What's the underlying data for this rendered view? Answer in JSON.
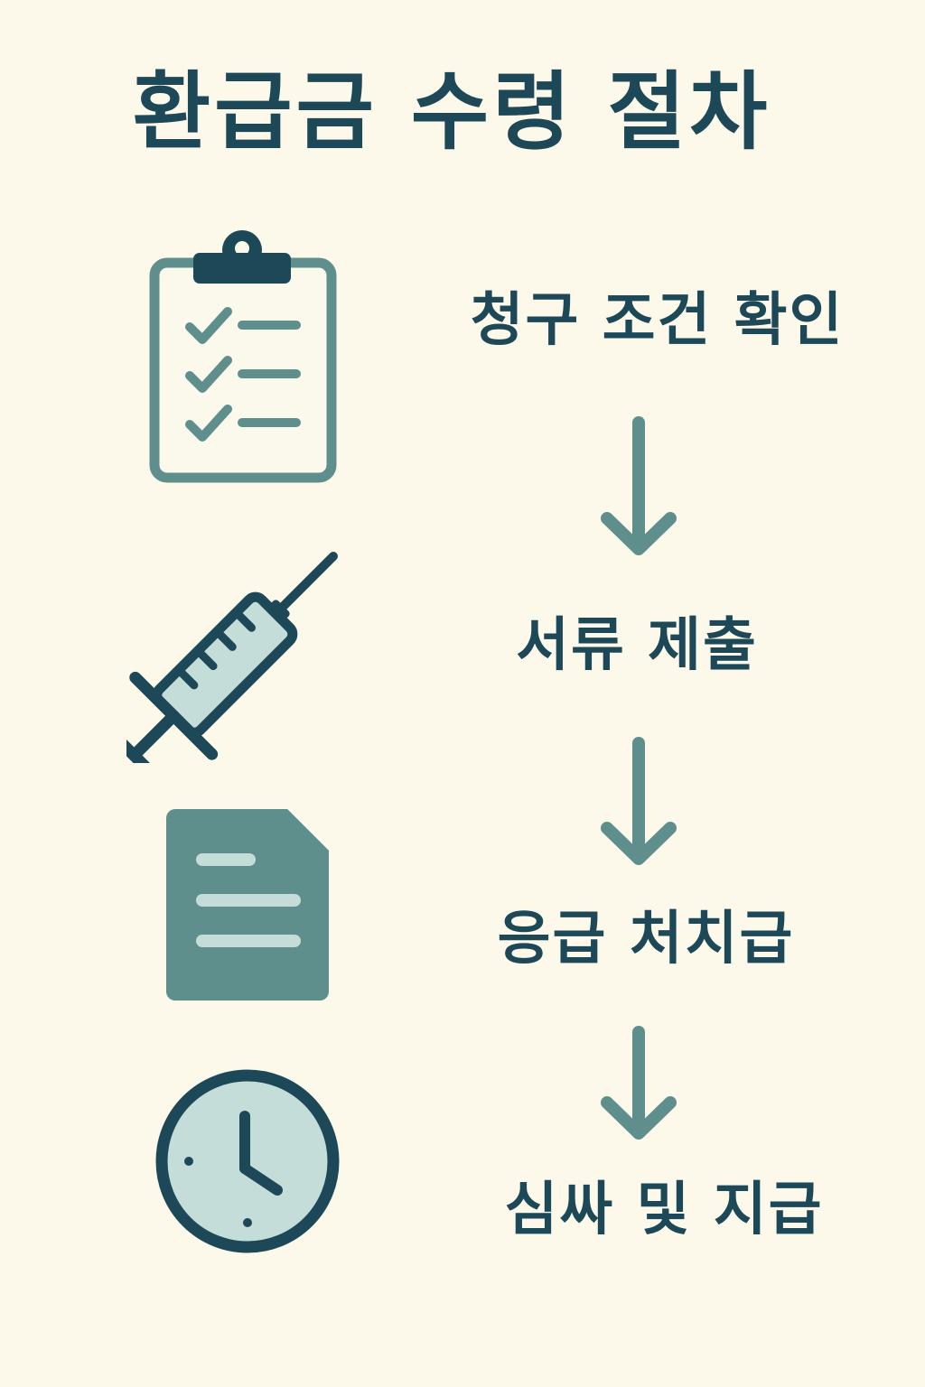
{
  "title": "환급금 수령 절차",
  "colors": {
    "background": "#fdf9ea",
    "dark": "#1c4857",
    "mid": "#5e8f8c",
    "light": "#c4ddd9",
    "paper": "#fbf8ec"
  },
  "steps": [
    {
      "label": "청구 조건 확인",
      "icon": "clipboard-checklist-icon"
    },
    {
      "label": "서류 제출",
      "icon": "syringe-icon"
    },
    {
      "label": "응급 처치급",
      "icon": "document-icon"
    },
    {
      "label": "심싸 및 지급",
      "icon": "clock-icon"
    }
  ]
}
